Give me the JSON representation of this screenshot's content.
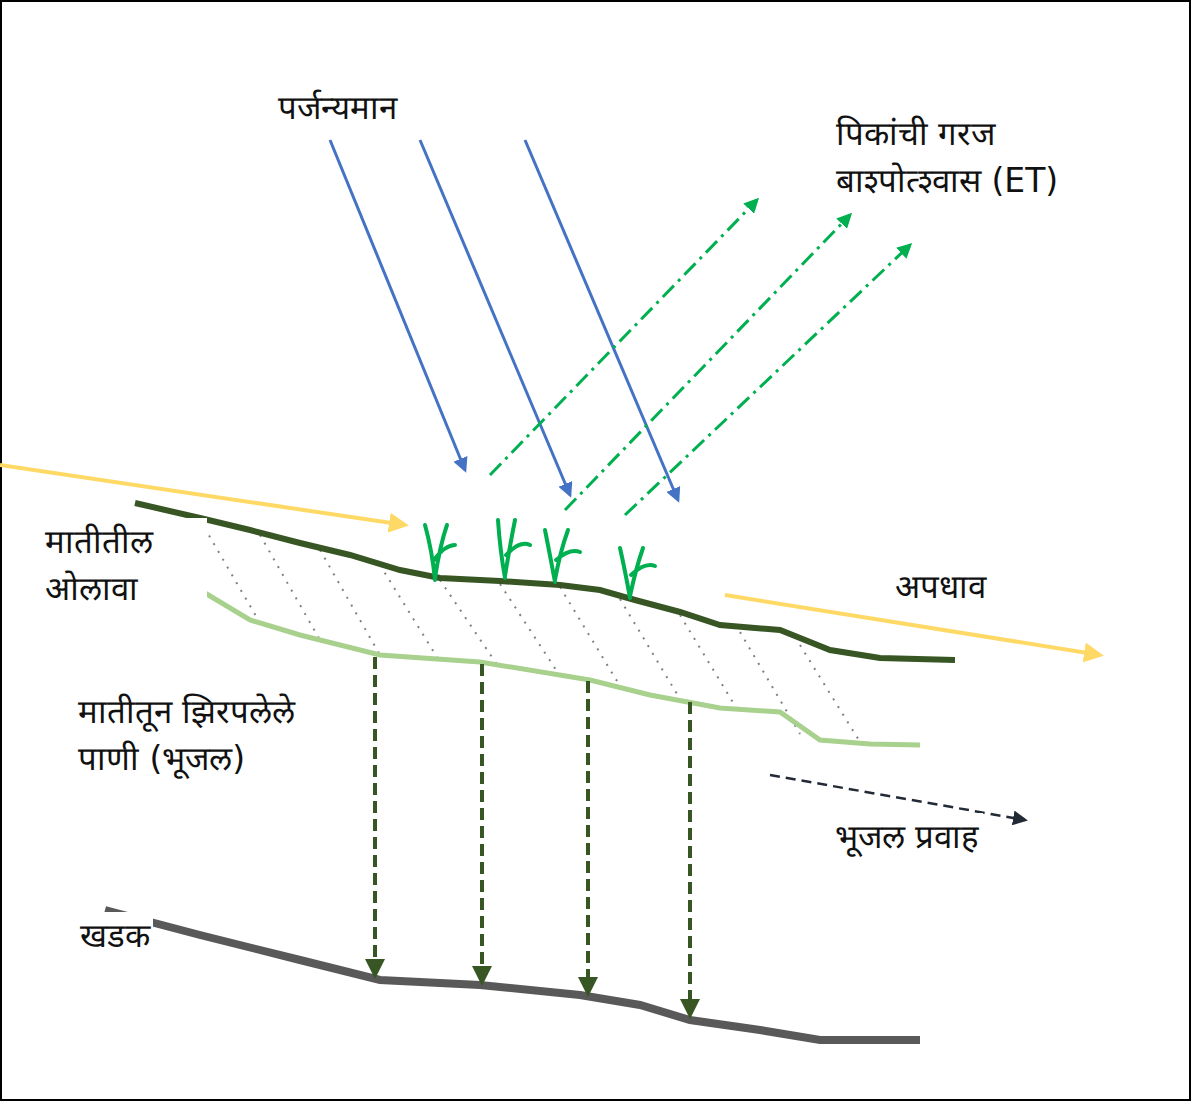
{
  "diagram": {
    "labels": [
      "पर्जन्यमान",
      "पिकांची गरज बाश्पोत्श्वास (ET)",
      "मातीतील ओलावा",
      "अपधाव",
      "मातीतून झिरपलेले पाणी (भूजल)",
      "भूजल प्रवाह",
      "खडक"
    ]
  }
}
